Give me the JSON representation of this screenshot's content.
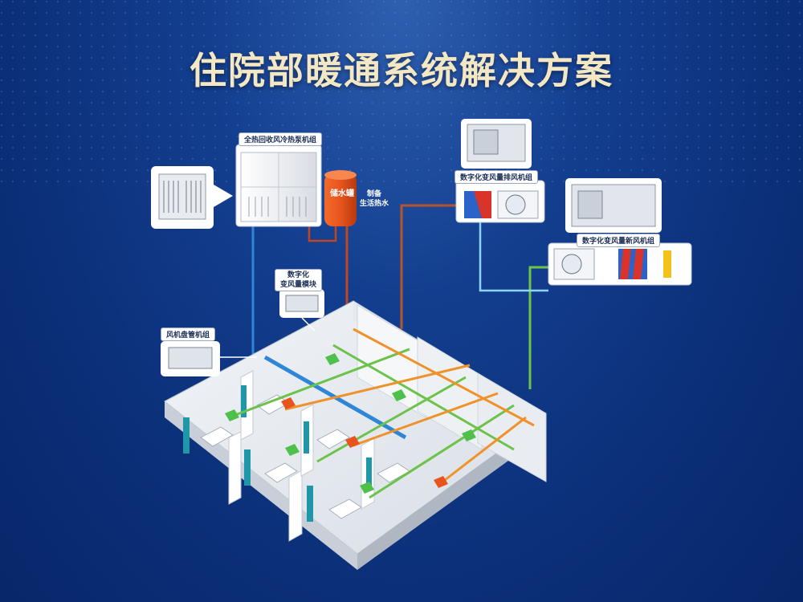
{
  "title": "住院部暖通系统解决方案",
  "labels": {
    "heat_pump_unit": "全热回收风冷热泵机组",
    "water_tank": "储水罐",
    "hot_water_line1": "制备",
    "hot_water_line2": "生活热水",
    "exhaust_unit": "数字化变风量排风机组",
    "fresh_air_unit": "数字化变风量新风机组",
    "vav_module_line1": "数字化",
    "vav_module_line2": "变风量模块",
    "fan_coil_unit": "风机盘管机组"
  },
  "colors": {
    "background_top": "#2e5fb0",
    "background_bottom": "#08266a",
    "title": "#f4e7c3",
    "chilled_water_pipe": "#2f86d6",
    "hot_water_pipe": "#c2451f",
    "exhaust_duct": "#f0922b",
    "fresh_air_duct": "#6cc24a",
    "exhaust_air_duct": "#8fd3ff",
    "tank": "#e8541e"
  }
}
